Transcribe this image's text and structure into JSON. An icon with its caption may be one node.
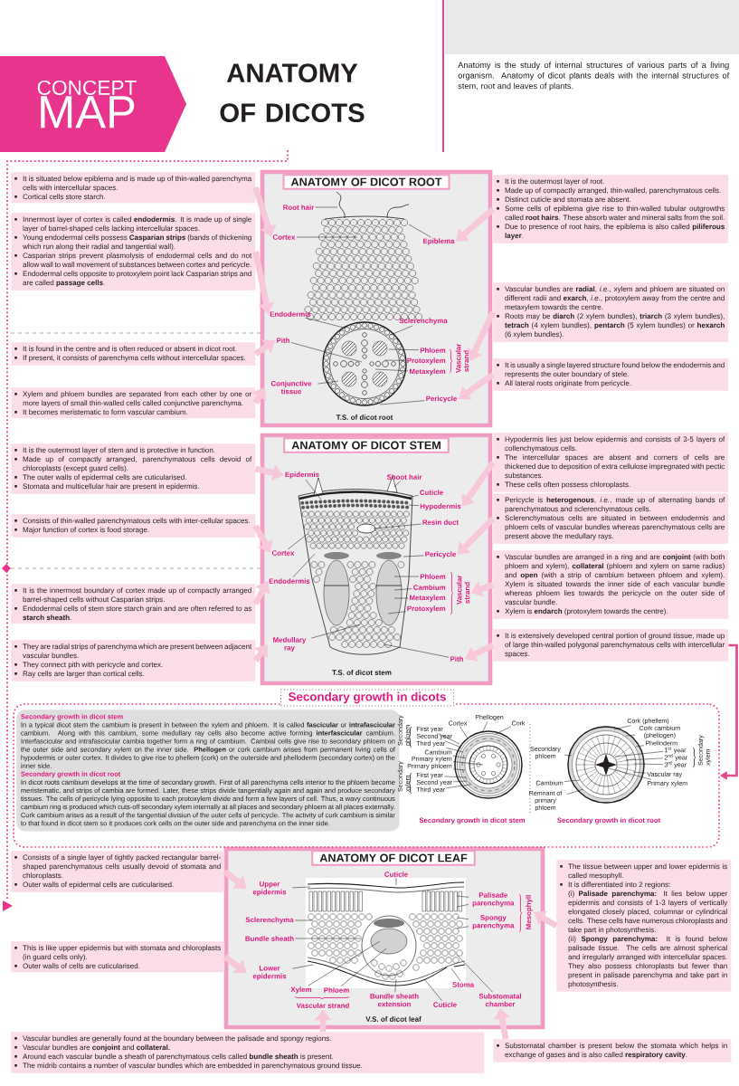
{
  "diagram": {
    "title": "ANATOMY OF DICOTS",
    "nodes": [
      {
        "text": [
          "CONCEPT",
          "MAP"
        ]
      },
      {
        "text": [
          "ANATOMY OF DICOT ROOT",
          "T.S. of dicot root"
        ]
      },
      {
        "text": [
          "Root hair"
        ],
        "in": 1
      },
      {
        "text": [
          "Cortex"
        ],
        "in": 1
      },
      {
        "text": [
          "Epiblema"
        ],
        "in": 1
      },
      {
        "text": [
          "Endodermis"
        ],
        "in": 1
      },
      {
        "text": [
          "Sclerenchyma"
        ],
        "in": 1
      },
      {
        "text": [
          "Pith"
        ],
        "in": 1
      },
      {
        "text": [
          "Phloem"
        ],
        "in": 1
      },
      {
        "text": [
          "Protoxylem"
        ],
        "in": 1
      },
      {
        "text": [
          "Metaxylem"
        ],
        "in": 1
      },
      {
        "text": [
          "Vascular strand"
        ],
        "in": 1
      },
      {
        "text": [
          "Conjunctive tissue"
        ],
        "in": 1
      },
      {
        "text": [
          "Pericycle"
        ],
        "in": 1
      },
      {
        "text": [
          "ANATOMY OF DICOT STEM",
          "T.S. of dicot stem"
        ]
      },
      {
        "text": [
          "Epidermis"
        ],
        "in": 14
      },
      {
        "text": [
          "Shoot hair"
        ],
        "in": 14
      },
      {
        "text": [
          "Cuticle"
        ],
        "in": 14
      },
      {
        "text": [
          "Hypodermis"
        ],
        "in": 14
      },
      {
        "text": [
          "Resin duct"
        ],
        "in": 14
      },
      {
        "text": [
          "Cortex"
        ],
        "in": 14
      },
      {
        "text": [
          "Pericycle"
        ],
        "in": 14
      },
      {
        "text": [
          "Endodermis"
        ],
        "in": 14
      },
      {
        "text": [
          "Phloem"
        ],
        "in": 14
      },
      {
        "text": [
          "Cambium"
        ],
        "in": 14
      },
      {
        "text": [
          "Metaxylem"
        ],
        "in": 14
      },
      {
        "text": [
          "Protoxylem"
        ],
        "in": 14
      },
      {
        "text": [
          "Vascular strand"
        ],
        "in": 14
      },
      {
        "text": [
          "Medullary ray"
        ],
        "in": 14
      },
      {
        "text": [
          "Pith"
        ],
        "in": 14
      },
      {
        "text": [
          "Secondary growth in dicots",
          "Secondary growth in dicot stem",
          "Secondary growth in dicot root"
        ]
      },
      {
        "text": [
          "Secondary growth in dicot stem",
          "In a typical dicot stem the cambium is present in between the xylem and phloem. It is called **fascicular** or **intrafascicular** cambium. Along with this cambium, some medullary ray cells also become active forming **interfascicular** cambium. Interfascicular and intrafascicular cambia together form a ring of cambium. Cambial cells give rise to secondary phloem on the outer side and secondary xylem on the inner side. **Phellogen** or cork cambium arises from permanent living cells of hypodermis or outer cortex. It divides to give rise to phellem (cork) on the outerside and phelloderm (secondary cortex) on the inner side.",
          "Secondary growth in dicot root",
          "In dicot roots cambium develops at the time of secondary growth. First of all parenchyma cells interior to the phloem become meristematic, and strips of cambia are formed. Later, these strips divide tangentially again and again and produce secondary tissues. The cells of pericycle lying opposite to each protoxylem divide and form a few layers of cell. Thus, a wavy continuous cambium ring is produced which cuts-off secondary xylem internally at all places and secondary phloem at all places externally. Cork cambium arises as a result of the tangential division of the outer cells of pericycle. The activity of cork cambium is similar to that found in dicot stem so it produces cork cells on the outer side and parenchyma on the inner side."
        ],
        "in": 30
      },
      {
        "text": [
          "Phellogen"
        ],
        "in": 30
      },
      {
        "text": [
          "Cork"
        ],
        "in": 30
      },
      {
        "text": [
          "Cortex"
        ],
        "in": 30
      },
      {
        "text": [
          "Secondary phloem"
        ],
        "in": 30
      },
      {
        "text": [
          "First year"
        ],
        "in": 30
      },
      {
        "text": [
          "Second year"
        ],
        "in": 30
      },
      {
        "text": [
          "Third year"
        ],
        "in": 30
      },
      {
        "text": [
          "Cambium"
        ],
        "in": 30
      },
      {
        "text": [
          "Primary xylem"
        ],
        "in": 30
      },
      {
        "text": [
          "Primary phloem"
        ],
        "in": 30
      },
      {
        "text": [
          "Secondary xylem"
        ],
        "in": 30
      },
      {
        "text": [
          "First year"
        ],
        "in": 30
      },
      {
        "text": [
          "Second year"
        ],
        "in": 30
      },
      {
        "text": [
          "Third year"
        ],
        "in": 30
      },
      {
        "text": [
          "Cork (phellem)"
        ],
        "in": 30
      },
      {
        "text": [
          "Cork cambium (phellogen)"
        ],
        "in": 30
      },
      {
        "text": [
          "Phelloderm"
        ],
        "in": 30
      },
      {
        "text": [
          "1$^{st}$ year"
        ],
        "in": 30
      },
      {
        "text": [
          "2$^{nd}$ year"
        ],
        "in": 30
      },
      {
        "text": [
          "3$^{rd}$ year"
        ],
        "in": 30
      },
      {
        "text": [
          "Secondary xylem"
        ],
        "in": 30
      },
      {
        "text": [
          "Secondary phloem"
        ],
        "in": 30
      },
      {
        "text": [
          "Vascular ray"
        ],
        "in": 30
      },
      {
        "text": [
          "Cambium"
        ],
        "in": 30
      },
      {
        "text": [
          "Primary xylem"
        ],
        "in": 30
      },
      {
        "text": [
          "Remnant of primary phloem"
        ],
        "in": 30
      },
      {
        "text": [
          "ANATOMY OF DICOT LEAF",
          "V.S. of dicot leaf"
        ]
      },
      {
        "text": [
          "Cuticle"
        ],
        "in": 58
      },
      {
        "text": [
          "Upper epidermis"
        ],
        "in": 58
      },
      {
        "text": [
          "Palisade parenchyma"
        ],
        "in": 58
      },
      {
        "text": [
          "Spongy parenchyma"
        ],
        "in": 58
      },
      {
        "text": [
          "Mesophyll"
        ],
        "in": 58
      },
      {
        "text": [
          "Sclerenchyma"
        ],
        "in": 58
      },
      {
        "text": [
          "Bundle sheath"
        ],
        "in": 58
      },
      {
        "text": [
          "Lower epidermis"
        ],
        "in": 58
      },
      {
        "text": [
          "Stoma"
        ],
        "in": 58
      },
      {
        "text": [
          "Xylem"
        ],
        "in": 58
      },
      {
        "text": [
          "Phloem"
        ],
        "in": 58
      },
      {
        "text": [
          "Vascular strand"
        ],
        "in": 58
      },
      {
        "text": [
          "Bundle sheath extension"
        ],
        "in": 58
      },
      {
        "text": [
          "Cuticle"
        ],
        "in": 58
      },
      {
        "text": [
          "Substomatal chamber"
        ],
        "in": 58
      },
      {
        "text": [
          "It is situated below epiblema and is made up of thin-walled parenchyma cells with intercellular spaces.",
          "Cortical cells store starch."
        ]
      },
      {
        "text": [
          "Innermost layer of cortex is called **endodermis**. It is made up of single layer of barrel-shaped cells lacking intercellular spaces.",
          "Young endodermal cells possess **Casparian strips** (bands of thickening which run along their radial and tangential wall).",
          "Casparian strips prevent plasmolysis of endodermal cells and do not allow wall to wall movement of substances between cortex and pericycle.",
          "Endodermal cells opposite to protoxylem point lack Casparian strips and are called **passage cells**."
        ]
      },
      {
        "text": [
          "It is found in the centre and is often reduced or absent in dicot root.",
          "If present, it consists of parenchyma cells without intercellular spaces."
        ]
      },
      {
        "text": [
          "Xylem and phloem bundles are separated from each other by one or more layers of small thin-walled cells called conjunctive parenchyma.",
          "It becomes meristematic to form vascular cambium."
        ]
      },
      {
        "text": [
          "It is the outermost layer of root.",
          "Made up of compactly arranged, thin-walled, parenchymatous cells.",
          "Distinct cuticle and stomata are absent.",
          "Some cells of epiblema give rise to thin-walled tubular outgrowths called **root hairs**. These absorb water and mineral salts from the soil.",
          "Due to presence of root hairs, the epiblema is also called **piliferous layer**."
        ]
      },
      {
        "text": [
          "Vascular bundles are **radial**, *i.e.*, xylem and phloem are situated on different radii and **exarch**, *i.e.*, protoxylem away from the centre and metaxylem towards the centre.",
          "Roots may be **diarch** (2 xylem bundles), **triarch** (3 xylem bundles), **tetrach** (4 xylem bundles), **pentarch** (5 xylem bundles) or **hexarch** (6 xylem bundles)."
        ]
      },
      {
        "text": [
          "It is usually a single layered structure found below the endodermis and represents the outer boundary of stele.",
          "All lateral roots originate from pericycle."
        ]
      },
      {
        "text": [
          "It is the outermost layer of stem and is protective in function.",
          "Made up of compactly arranged, parenchymatous cells devoid of chloroplasts (except guard cells).",
          "The outer walls of epidermal cells are cuticularised.",
          "Stomata and multicellular hair are present in epidermis."
        ]
      },
      {
        "text": [
          "Consists of thin-walled parenchymatous cells with inter-cellular spaces.",
          "Major function of cortex is food storage."
        ]
      },
      {
        "text": [
          "It is the innermost boundary of cortex made up of compactly arranged barrel-shaped cells without Casparian strips.",
          "Endodermal cells of stem store starch grain and are often referred to as **starch sheath**."
        ]
      },
      {
        "text": [
          "They are radial strips of parenchyma which are present between adjacent vascular bundles.",
          "They connect pith with pericycle and cortex.",
          "Ray cells are larger than cortical cells."
        ]
      },
      {
        "text": [
          "Hypodermis lies just below epidermis and consists of 3-5 layers of collenchymatous cells.",
          "The intercellular spaces are absent and corners of cells are thickened due to deposition of extra cellulose impregnated with pectic substances.",
          "These cells often possess chloroplasts."
        ]
      },
      {
        "text": [
          "Pericycle is **heterogenous**, *i.e.*, made up of alternating bands of parenchymatous and sclerenchymatous cells.",
          "Sclerenchymatous cells are situated in between endodermis and phloem cells of vascular bundles whereas parenchymatous cells are present above the medullary rays."
        ]
      },
      {
        "text": [
          "Vascular bundles are arranged in a ring and are **conjoint** (with both phloem and xylem), **collateral** (phloem and xylem on same radius) and **open** (with a strip of cambium between phloem and xylem). Xylem is situated towards the inner side of each vascular bundle whereas phloem lies towards the pericycle on the outer side of vascular bundle.",
          "Xylem is **endarch** (protoxylem towards the centre)."
        ]
      },
      {
        "text": [
          "It is extensively developed central portion of ground tissue, made up of large thin-walled polygonal parenchymatous cells with intercellular spaces."
        ]
      },
      {
        "text": [
          "Consists of a single layer of tightly packed rectangular barrel-shaped parenchymatous cells usually devoid of stomata and chloroplasts.",
          "Outer walls of epidermal cells are cuticularised."
        ]
      },
      {
        "text": [
          "This is like upper epidermis but with stomata and chloroplasts (in guard cells only).",
          "Outer walls of cells are cuticularised."
        ]
      },
      {
        "text": [
          "The tissue between upper and lower epidermis is called mesophyll.",
          "It is differentiated into 2 regions:",
          "(i) **Palisade parenchyma:** It lies below upper epidermis and consists of 1-3 layers of vertically elongated closely placed, columnar or cylindrical cells. These cells have numerous chloroplasts and take part in photosynthesis.",
          "(ii) **Spongy parenchyma:** It is found below palisade tissue. The cells are almost spherical and irregularly arranged with intercellular spaces. They also possess chloroplasts but fewer than present in palisade parenchyma and take part in photosynthesis."
        ]
      },
      {
        "text": [
          "Vascular bundles are generally found at the boundary between the palisade and spongy regions.",
          "Vascular bundles are **conjoint** and **collateral.**",
          "Around each vascular bundle a sheath of parenchymatous cells called **bundle sheath** is present.",
          "The midrib contains a number of vascular bundles which are embedded in parenchymatous ground tissue."
        ]
      },
      {
        "text": [
          "Substomatal chamber is present below the stomata which helps in exchange of gases and is also called **respiratory cavity**."
        ]
      },
      {
        "text": [],
        "shape": "picture",
        "in": 1
      },
      {
        "text": [],
        "shape": "picture",
        "in": 14
      },
      {
        "text": [],
        "shape": "picture",
        "in": 30
      },
      {
        "text": [],
        "shape": "picture",
        "in": 30
      },
      {
        "text": [],
        "shape": "picture",
        "in": 58
      }
    ],
    "edges": [
      {
        "from": 74,
        "to": 3,
        "arrow": "to",
        "style": "thick",
        "color": "#f7c7da"
      },
      {
        "from": 75,
        "to": 5,
        "arrow": "to",
        "style": "thick",
        "color": "#f7c7da"
      },
      {
        "from": 76,
        "to": 7,
        "arrow": "to",
        "style": "thick",
        "color": "#f7c7da"
      },
      {
        "from": 77,
        "to": 12,
        "arrow": "to",
        "style": "thick",
        "color": "#f7c7da"
      },
      {
        "from": 78,
        "to": 4,
        "arrow": "to",
        "style": "thick",
        "color": "#f7c7da"
      },
      {
        "from": 79,
        "to": 11,
        "arrow": "to",
        "style": "thick",
        "color": "#f7c7da"
      },
      {
        "from": 80,
        "to": 13,
        "arrow": "to",
        "style": "thick",
        "color": "#f7c7da"
      },
      {
        "from": 81,
        "to": 15,
        "arrow": "to",
        "style": "thick",
        "color": "#f7c7da"
      },
      {
        "from": 82,
        "to": 20,
        "arrow": "to",
        "style": "thick",
        "color": "#f7c7da"
      },
      {
        "from": 83,
        "to": 22,
        "arrow": "to",
        "style": "thick",
        "color": "#f7c7da"
      },
      {
        "from": 84,
        "to": 28,
        "arrow": "to",
        "style": "thick",
        "color": "#f7c7da"
      },
      {
        "from": 85,
        "to": 18,
        "arrow": "to",
        "style": "thick",
        "color": "#f7c7da"
      },
      {
        "from": 86,
        "to": 21,
        "arrow": "to",
        "style": "thick",
        "color": "#f7c7da"
      },
      {
        "from": 87,
        "to": 27,
        "arrow": "to",
        "style": "thick",
        "color": "#f7c7da"
      },
      {
        "from": 88,
        "to": 29,
        "arrow": "to",
        "style": "thick",
        "color": "#f7c7da"
      },
      {
        "from": 89,
        "to": 60,
        "arrow": "to",
        "style": "thick",
        "color": "#f7c7da"
      },
      {
        "from": 90,
        "to": 66,
        "arrow": "to",
        "style": "thick",
        "color": "#f7c7da"
      },
      {
        "from": 91,
        "to": 63,
        "arrow": "to",
        "style": "thick",
        "color": "#f7c7da"
      },
      {
        "from": 92,
        "to": 70,
        "arrow": "to",
        "style": "thick",
        "color": "#f7c7da"
      },
      {
        "from": 93,
        "to": 73,
        "arrow": "to",
        "style": "thick",
        "color": "#f7c7da"
      },
      {
        "from": 88,
        "to": 30,
        "arrow": "to",
        "style": "thick",
        "color": "#e4498f"
      },
      {
        "from": 2,
        "to": 94,
        "arrow": "none"
      },
      {
        "from": 3,
        "to": 94,
        "arrow": "none"
      },
      {
        "from": 4,
        "to": 94,
        "arrow": "none"
      },
      {
        "from": 5,
        "to": 94,
        "arrow": "none"
      },
      {
        "from": 6,
        "to": 94,
        "arrow": "none"
      },
      {
        "from": 7,
        "to": 94,
        "arrow": "none"
      },
      {
        "from": 8,
        "to": 94,
        "arrow": "none"
      },
      {
        "from": 9,
        "to": 94,
        "arrow": "none"
      },
      {
        "from": 10,
        "to": 94,
        "arrow": "none"
      },
      {
        "from": 12,
        "to": 94,
        "arrow": "none"
      },
      {
        "from": 13,
        "to": 94,
        "arrow": "none"
      },
      {
        "from": 15,
        "to": 95,
        "arrow": "none"
      },
      {
        "from": 16,
        "to": 95,
        "arrow": "none"
      },
      {
        "from": 17,
        "to": 95,
        "arrow": "none"
      },
      {
        "from": 18,
        "to": 95,
        "arrow": "none"
      },
      {
        "from": 19,
        "to": 95,
        "arrow": "none"
      },
      {
        "from": 20,
        "to": 95,
        "arrow": "none"
      },
      {
        "from": 21,
        "to": 95,
        "arrow": "none"
      },
      {
        "from": 22,
        "to": 95,
        "arrow": "none"
      },
      {
        "from": 23,
        "to": 95,
        "arrow": "none"
      },
      {
        "from": 24,
        "to": 95,
        "arrow": "none"
      },
      {
        "from": 25,
        "to": 95,
        "arrow": "none"
      },
      {
        "from": 26,
        "to": 95,
        "arrow": "none"
      },
      {
        "from": 28,
        "to": 95,
        "arrow": "none"
      },
      {
        "from": 29,
        "to": 95,
        "arrow": "none"
      },
      {
        "from": 32,
        "to": 96,
        "arrow": "none"
      },
      {
        "from": 33,
        "to": 96,
        "arrow": "none"
      },
      {
        "from": 34,
        "to": 96,
        "arrow": "none"
      },
      {
        "from": 36,
        "to": 96,
        "arrow": "none"
      },
      {
        "from": 37,
        "to": 96,
        "arrow": "none"
      },
      {
        "from": 38,
        "to": 96,
        "arrow": "none"
      },
      {
        "from": 39,
        "to": 96,
        "arrow": "none"
      },
      {
        "from": 40,
        "to": 96,
        "arrow": "none"
      },
      {
        "from": 41,
        "to": 96,
        "arrow": "none"
      },
      {
        "from": 43,
        "to": 96,
        "arrow": "none"
      },
      {
        "from": 44,
        "to": 96,
        "arrow": "none"
      },
      {
        "from": 45,
        "to": 96,
        "arrow": "none"
      },
      {
        "from": 46,
        "to": 97,
        "arrow": "none"
      },
      {
        "from": 47,
        "to": 97,
        "arrow": "none"
      },
      {
        "from": 48,
        "to": 97,
        "arrow": "none"
      },
      {
        "from": 49,
        "to": 97,
        "arrow": "none"
      },
      {
        "from": 50,
        "to": 97,
        "arrow": "none"
      },
      {
        "from": 51,
        "to": 97,
        "arrow": "none"
      },
      {
        "from": 53,
        "to": 97,
        "arrow": "none"
      },
      {
        "from": 54,
        "to": 97,
        "arrow": "none"
      },
      {
        "from": 55,
        "to": 97,
        "arrow": "none"
      },
      {
        "from": 56,
        "to": 97,
        "arrow": "none"
      },
      {
        "from": 57,
        "to": 97,
        "arrow": "none"
      },
      {
        "from": 59,
        "to": 98,
        "arrow": "none"
      },
      {
        "from": 60,
        "to": 98,
        "arrow": "none"
      },
      {
        "from": 61,
        "to": 98,
        "arrow": "none"
      },
      {
        "from": 61,
        "to": 98,
        "arrow": "none"
      },
      {
        "from": 62,
        "to": 98,
        "arrow": "none"
      },
      {
        "from": 62,
        "to": 98,
        "arrow": "none"
      },
      {
        "from": 64,
        "to": 98,
        "arrow": "none"
      },
      {
        "from": 65,
        "to": 98,
        "arrow": "none"
      },
      {
        "from": 66,
        "to": 98,
        "arrow": "none"
      },
      {
        "from": 67,
        "to": 98,
        "arrow": "none"
      },
      {
        "from": 68,
        "to": 98,
        "arrow": "none"
      },
      {
        "from": 69,
        "to": 98,
        "arrow": "none"
      },
      {
        "from": 71,
        "to": 98,
        "arrow": "none"
      },
      {
        "from": 72,
        "to": 98,
        "arrow": "none"
      },
      {
        "from": 73,
        "to": 98,
        "arrow": "none"
      }
    ],
    "labels": [
      "Anatomy is the study of internal structures of various parts of a living organism. Anatomy of dicot plants deals with the internal structures of stem, root and leaves of plants."
    ]
  }
}
